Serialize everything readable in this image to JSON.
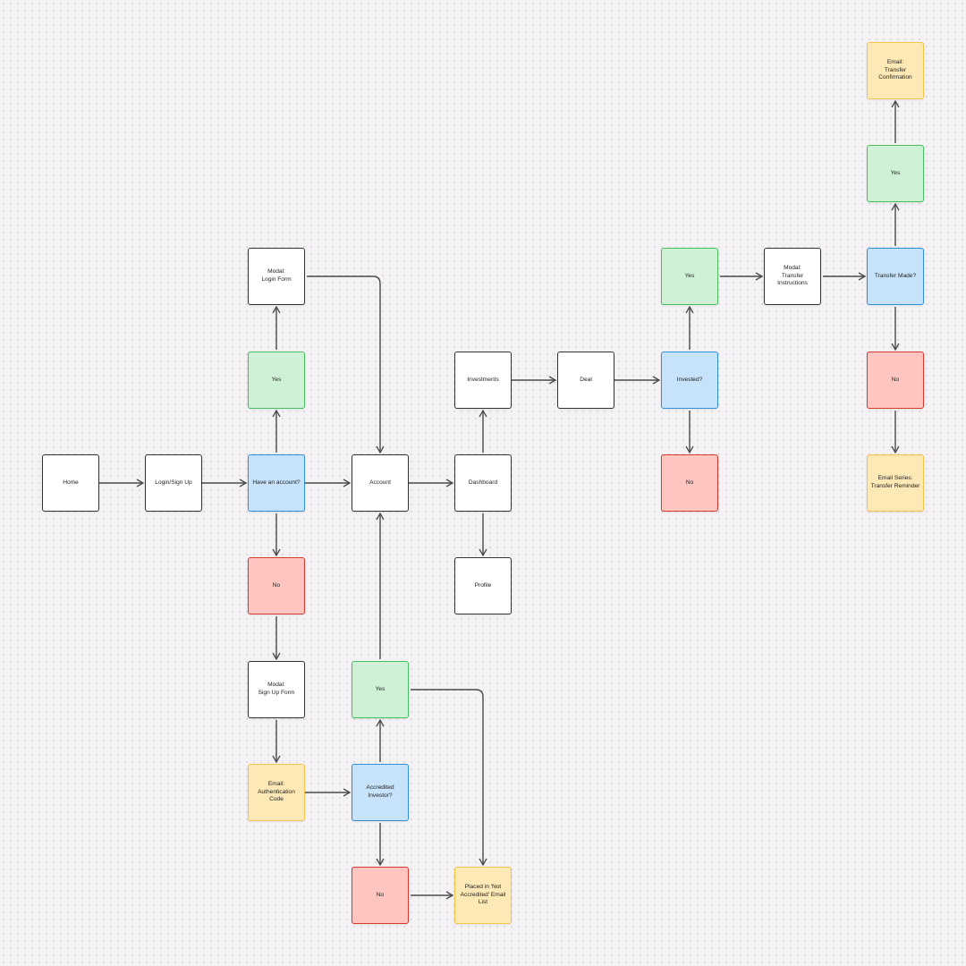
{
  "colors": {
    "background": "#f4f2f4",
    "connector": "#4a4a4a",
    "white_fill": "#ffffff",
    "white_border": "#333333",
    "blue_fill": "#c7e3fb",
    "blue_border": "#2f8fd8",
    "green_fill": "#cff2d6",
    "green_border": "#45bf5f",
    "red_fill": "#ffc6c1",
    "red_border": "#d9382b",
    "yellow_fill": "#fde9b5",
    "yellow_border": "#f1c44c"
  },
  "nodes": {
    "home": "Home",
    "login_signup": "Login/Sign Up",
    "have_account": "Have an account?",
    "account": "Account",
    "dashboard": "Dashboard",
    "investments": "Investments",
    "deal": "Deal",
    "invested": "Invested?",
    "invested_yes": "Yes",
    "invested_no": "No",
    "modal_transfer": "Modal:\nTransfer\nInstructions",
    "transfer_made": "Transfer Made?",
    "transfer_yes": "Yes",
    "email_transfer_confirmation": "Email:\nTransfer\nConfirmation",
    "transfer_no": "No",
    "email_series_reminder": "Email Series:\nTransfer Reminder",
    "account_yes": "Yes",
    "modal_login": "Modal:\nLogin Form",
    "account_no": "No",
    "modal_signup": "Modal:\nSign Up Form",
    "email_auth": "Email:\nAuthentication\nCode",
    "accredited": "Accredited\nInvestor?",
    "accredited_yes": "Yes",
    "accredited_no": "No",
    "not_accredited_list": "Placed in 'Not\nAccredited' Email\nList",
    "profile": "Profile"
  },
  "edges": [
    [
      "home",
      "login_signup"
    ],
    [
      "login_signup",
      "have_account"
    ],
    [
      "have_account",
      "account"
    ],
    [
      "have_account",
      "account_yes"
    ],
    [
      "account_yes",
      "modal_login"
    ],
    [
      "modal_login",
      "account"
    ],
    [
      "have_account",
      "account_no"
    ],
    [
      "account_no",
      "modal_signup"
    ],
    [
      "modal_signup",
      "email_auth"
    ],
    [
      "email_auth",
      "accredited"
    ],
    [
      "accredited",
      "accredited_yes"
    ],
    [
      "accredited_yes",
      "account"
    ],
    [
      "accredited_yes",
      "not_accredited_list"
    ],
    [
      "accredited",
      "accredited_no"
    ],
    [
      "accredited_no",
      "not_accredited_list"
    ],
    [
      "account",
      "dashboard"
    ],
    [
      "dashboard",
      "investments"
    ],
    [
      "dashboard",
      "profile"
    ],
    [
      "investments",
      "deal"
    ],
    [
      "deal",
      "invested"
    ],
    [
      "invested",
      "invested_yes"
    ],
    [
      "invested",
      "invested_no"
    ],
    [
      "invested_yes",
      "modal_transfer"
    ],
    [
      "modal_transfer",
      "transfer_made"
    ],
    [
      "transfer_made",
      "transfer_yes"
    ],
    [
      "transfer_yes",
      "email_transfer_confirmation"
    ],
    [
      "transfer_made",
      "transfer_no"
    ],
    [
      "transfer_no",
      "email_series_reminder"
    ]
  ]
}
